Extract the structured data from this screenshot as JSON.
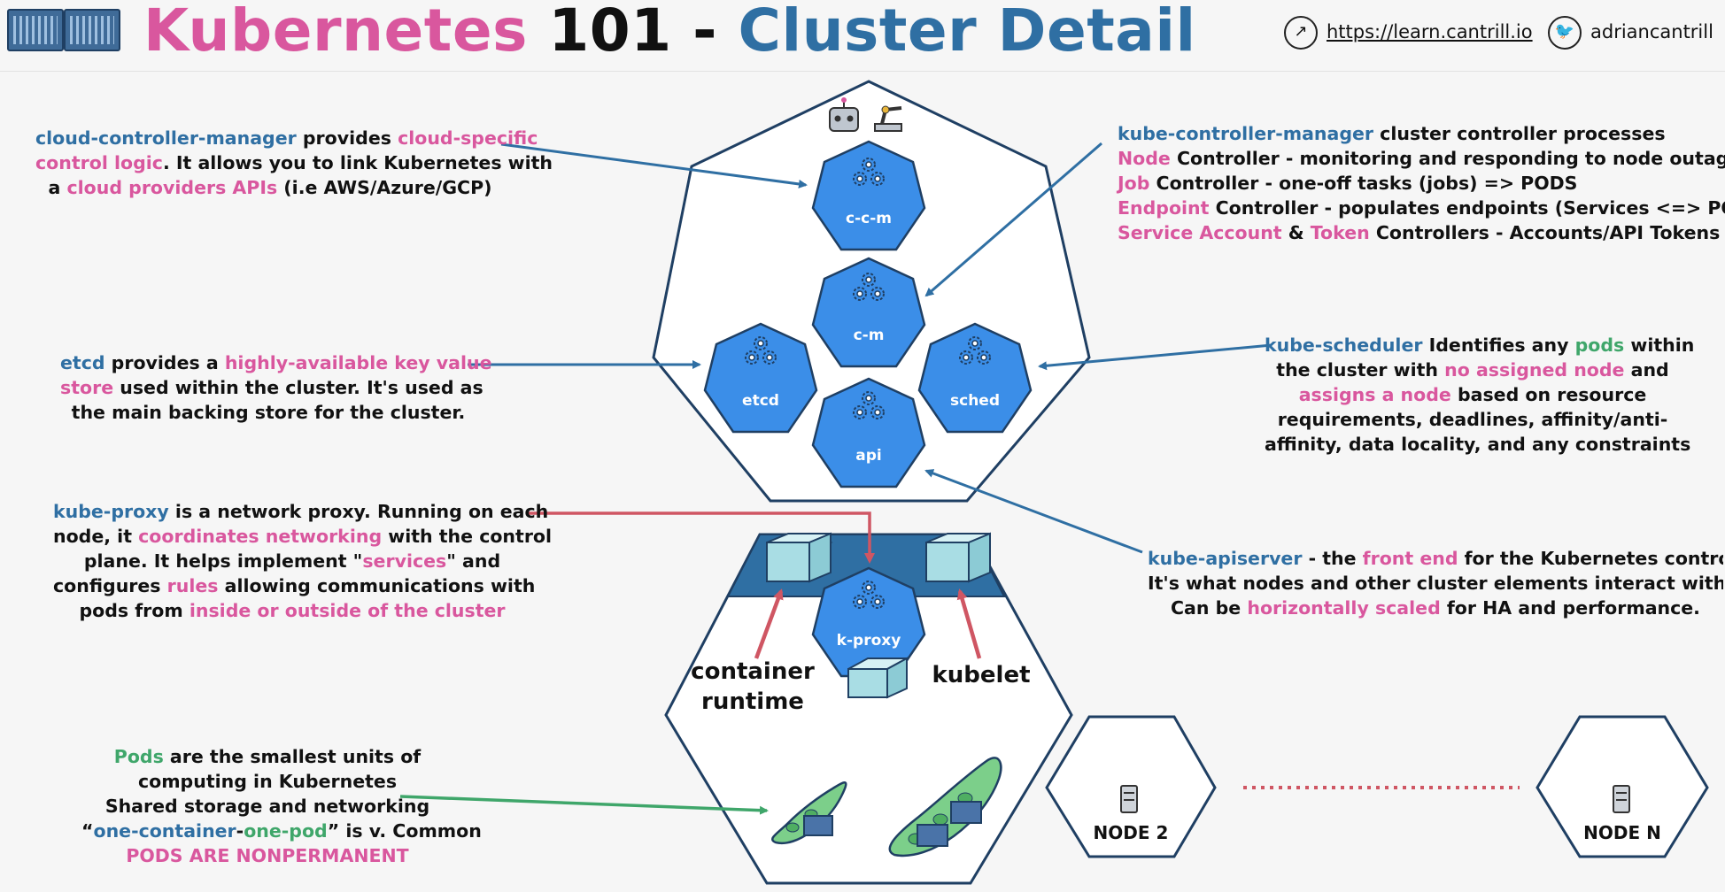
{
  "header": {
    "title_part1": "Kubernetes",
    "title_part2": "101",
    "title_part3": "-",
    "title_part4": "Cluster Detail",
    "website": "https://learn.cantrill.io",
    "twitter": "adriancantrill",
    "website_icon": "compass-icon",
    "twitter_icon": "twitter-bird-icon"
  },
  "control_plane": {
    "components": [
      "c-c-m",
      "c-m",
      "etcd",
      "sched",
      "api"
    ],
    "proxy": "k-proxy"
  },
  "worker": {
    "runtime_line1": "container",
    "runtime_line2": "runtime",
    "kubelet": "kubelet"
  },
  "nodes": {
    "node2": "NODE 2",
    "nodeN": "NODE N"
  },
  "notes": {
    "ccm": {
      "l1a": "cloud-controller-manager",
      "l1b": " provides ",
      "l1c": "cloud-specific",
      "l2a": "control logic",
      "l2b": ". It allows you to link Kubernetes with",
      "l3a": "a ",
      "l3b": "cloud providers APIs",
      "l3c": " (i.e AWS/Azure/GCP)"
    },
    "kcm": {
      "l1a": "kube-controller-manager",
      "l1b": " cluster controller processes",
      "l2a": "Node",
      "l2b": " Controller - monitoring and responding to node outages",
      "l3a": "Job",
      "l3b": " Controller - one-off tasks (jobs) => PODS",
      "l4a": "Endpoint",
      "l4b": " Controller - populates endpoints (Services <=> PODS)",
      "l5a": "Service Account",
      "l5b": " & ",
      "l5c": "Token",
      "l5d": " Controllers - Accounts/API Tokens"
    },
    "etcd": {
      "l1a": "etcd",
      "l1b": " provides a ",
      "l1c": "highly-available key value",
      "l2a": "store",
      "l2b": " used within the cluster. It's used as",
      "l3": "the main backing store for the cluster."
    },
    "sched": {
      "l1a": "kube-scheduler",
      "l1b": " Identifies any ",
      "l1c": "pods",
      "l1d": " within",
      "l2a": "the cluster with ",
      "l2b": "no assigned node",
      "l2c": " and",
      "l3a": "assigns a node",
      "l3b": " based on resource",
      "l4": "requirements, deadlines, affinity/anti-",
      "l5": "affinity, data locality, and any constraints"
    },
    "proxy": {
      "l1a": "kube-proxy",
      "l1b": " is a network proxy. Running on each",
      "l2a": "node, it ",
      "l2b": "coordinates networking",
      "l2c": " with the control",
      "l3a": "plane. It helps implement \"",
      "l3b": "services",
      "l3c": "\" and",
      "l4a": "configures ",
      "l4b": "rules",
      "l4c": " allowing communications with",
      "l5a": "pods from ",
      "l5b": "inside or outside of the cluster"
    },
    "api": {
      "l1a": "kube-apiserver",
      "l1b": " - the ",
      "l1c": "front end",
      "l1d": " for the Kubernetes control plane",
      "l2": "It's what nodes and other cluster elements interact with.",
      "l3a": "Can be ",
      "l3b": "horizontally scaled",
      "l3c": " for HA and performance."
    },
    "pods": {
      "l1a": "Pods",
      "l1b": " are the smallest units of",
      "l2": "computing in Kubernetes",
      "l3": "Shared storage and networking",
      "l4a": "“",
      "l4b": "one-container",
      "l4c": "-",
      "l4d": "one-pod",
      "l4e": "” is v. Common",
      "l5": "PODS ARE NONPERMANENT"
    }
  },
  "colors": {
    "accent_pink": "#d9579e",
    "accent_blue": "#2f6fa3",
    "accent_green": "#3fa66a",
    "hex_blue": "#3b8ee8",
    "arrow_red": "#cf5663"
  }
}
